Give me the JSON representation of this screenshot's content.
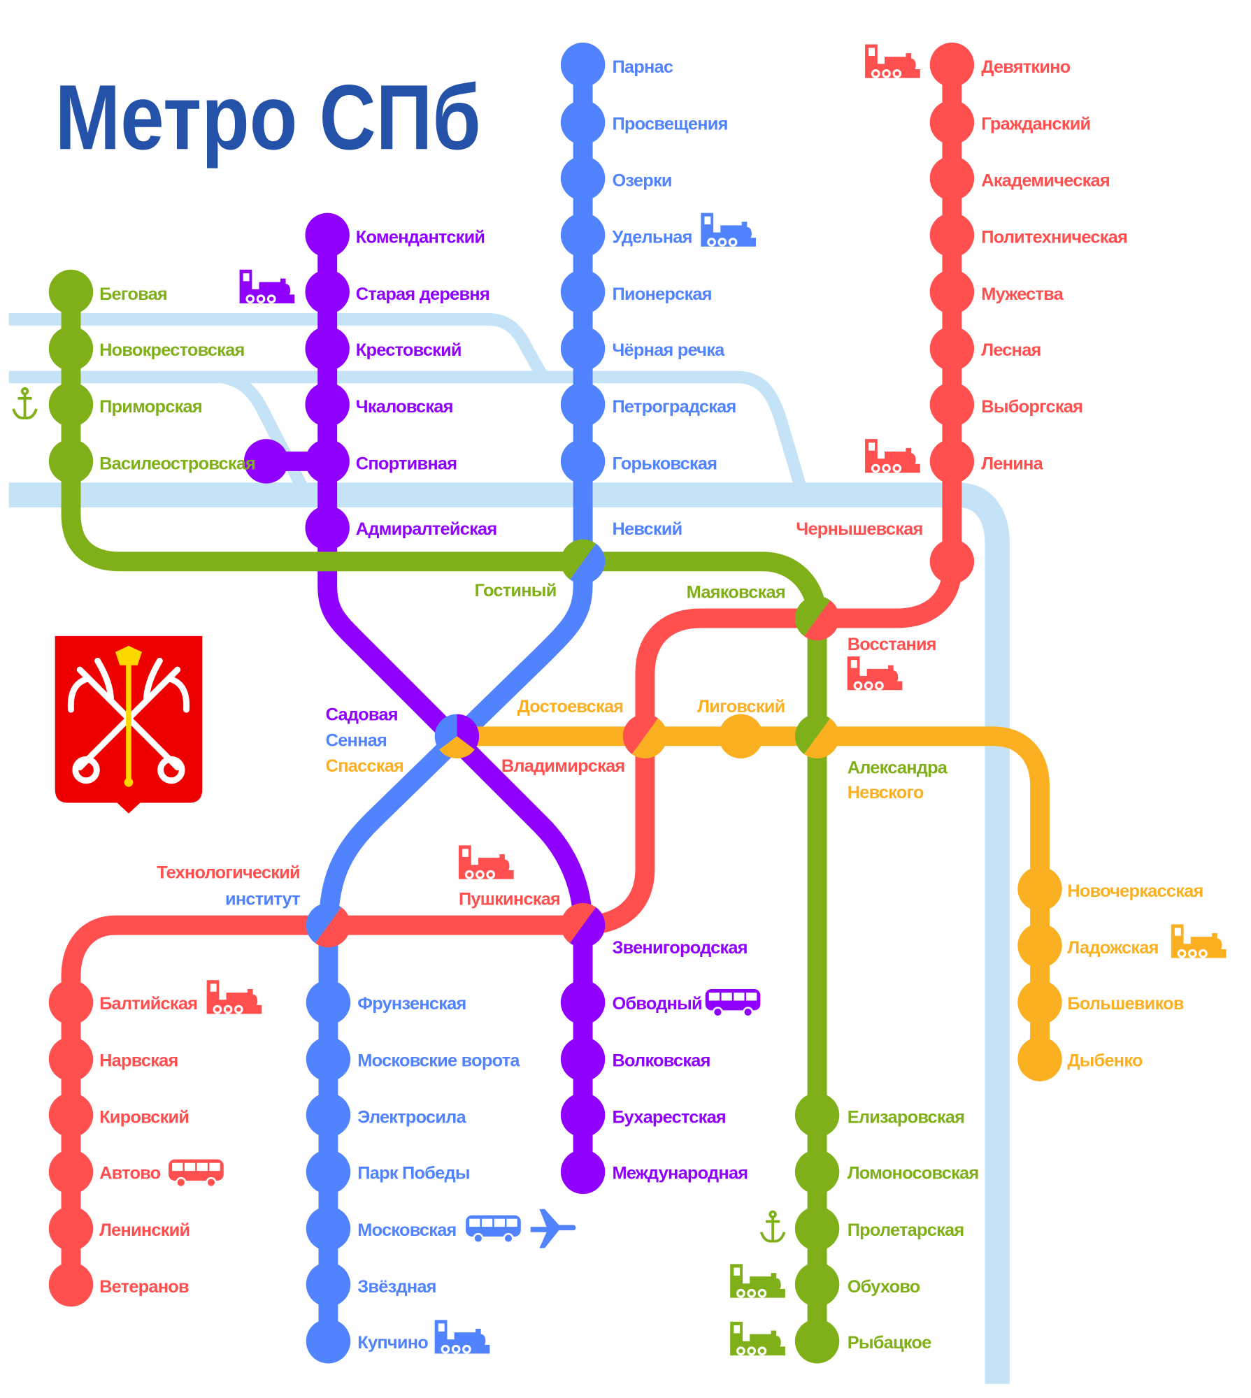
{
  "title": "Метро СПб",
  "colors": {
    "red": "#ff4f4f",
    "blue": "#5183ff",
    "purple": "#9000ff",
    "green": "#80b019",
    "orange": "#fbb022",
    "river": "#c4e3f6",
    "title": "#2352a8"
  },
  "labels": {
    "blue": [
      "Парнас",
      "Просвещения",
      "Озерки",
      "Удельная",
      "Пионерская",
      "Чёрная речка",
      "Петроградская",
      "Горьковская",
      "Невский",
      "Сенная",
      "институт",
      "Фрунзенская",
      "Московские ворота",
      "Электросила",
      "Парк Победы",
      "Московская",
      "Звёздная",
      "Купчино"
    ],
    "red": [
      "Девяткино",
      "Гражданский",
      "Академическая",
      "Политехническая",
      "Мужества",
      "Лесная",
      "Выборгская",
      "Ленина",
      "Чернышевская",
      "Восстания",
      "Владимирская",
      "Пушкинская",
      "Технологический",
      "Балтийская",
      "Нарвская",
      "Кировский",
      "Автово",
      "Ленинский",
      "Ветеранов"
    ],
    "purple": [
      "Комендантский",
      "Старая деревня",
      "Крестовский",
      "Чкаловская",
      "Спортивная",
      "Адмиралтейская",
      "Садовая",
      "Звенигородская",
      "Обводный",
      "Волковская",
      "Бухарестская",
      "Международная"
    ],
    "green": [
      "Беговая",
      "Новокрестовская",
      "Приморская",
      "Василеостровская",
      "Гостиный",
      "Маяковская",
      "Александра",
      "Елизаровская",
      "Ломоносовская",
      "Пролетарская",
      "Обухово",
      "Рыбацкое"
    ],
    "orange": [
      "Спасская",
      "Достоевская",
      "Лиговский",
      "Невского",
      "Новочеркасская",
      "Ладожская",
      "Большевиков",
      "Дыбенко"
    ]
  },
  "icons": [
    {
      "type": "train-icon",
      "color": "red"
    },
    {
      "type": "train-icon",
      "color": "purple"
    },
    {
      "type": "train-icon",
      "color": "blue"
    },
    {
      "type": "train-icon",
      "color": "red"
    },
    {
      "type": "train-icon",
      "color": "red"
    },
    {
      "type": "train-icon",
      "color": "red"
    },
    {
      "type": "train-icon",
      "color": "red"
    },
    {
      "type": "train-icon",
      "color": "orange"
    },
    {
      "type": "train-icon",
      "color": "blue"
    },
    {
      "type": "train-icon",
      "color": "green"
    },
    {
      "type": "train-icon",
      "color": "green"
    },
    {
      "type": "bus-icon",
      "color": "purple"
    },
    {
      "type": "bus-icon",
      "color": "red"
    },
    {
      "type": "bus-icon",
      "color": "blue"
    },
    {
      "type": "plane-icon",
      "color": "blue"
    },
    {
      "type": "anchor-icon",
      "color": "green"
    },
    {
      "type": "anchor-icon",
      "color": "green"
    }
  ]
}
